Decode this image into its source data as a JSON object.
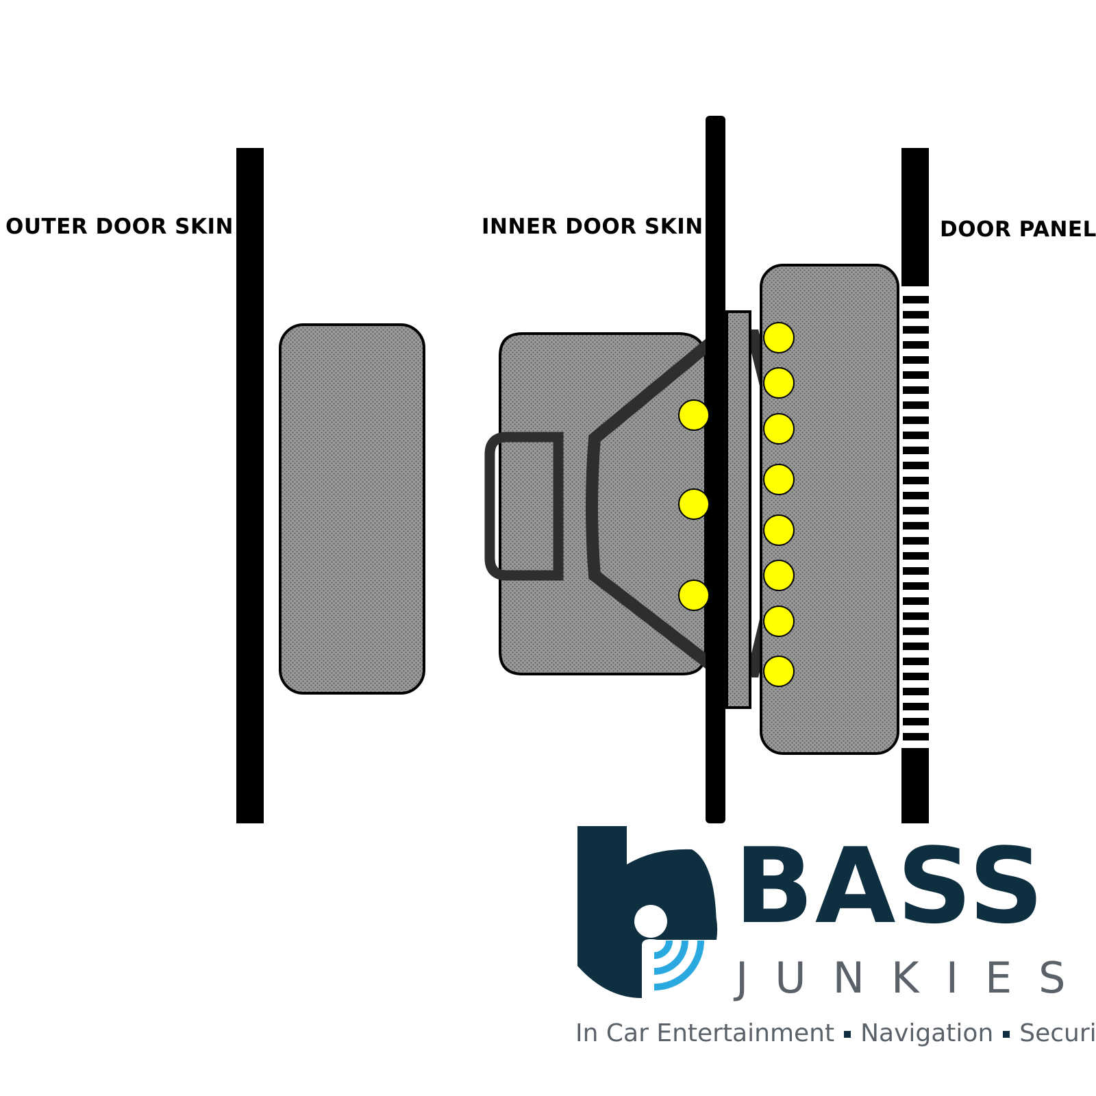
{
  "labels": {
    "outer_door_skin": "OUTER DOOR SKIN",
    "inner_door_skin": "INNER DOOR SKIN",
    "door_panel": "DOOR PANEL"
  },
  "logo": {
    "name_line1": "BASS",
    "name_line2": "JUNKIES",
    "tagline_part1": "In Car Entertainment",
    "tagline_part2": "Navigation",
    "tagline_part3": "Security"
  },
  "colors": {
    "panel_black": "#000000",
    "foam_gray": "#8c8c8c",
    "screw_yellow": "#ffff00",
    "brand_navy": "#0d2f40",
    "brand_blue": "#2aa9e0",
    "brand_gray": "#5a6168"
  }
}
